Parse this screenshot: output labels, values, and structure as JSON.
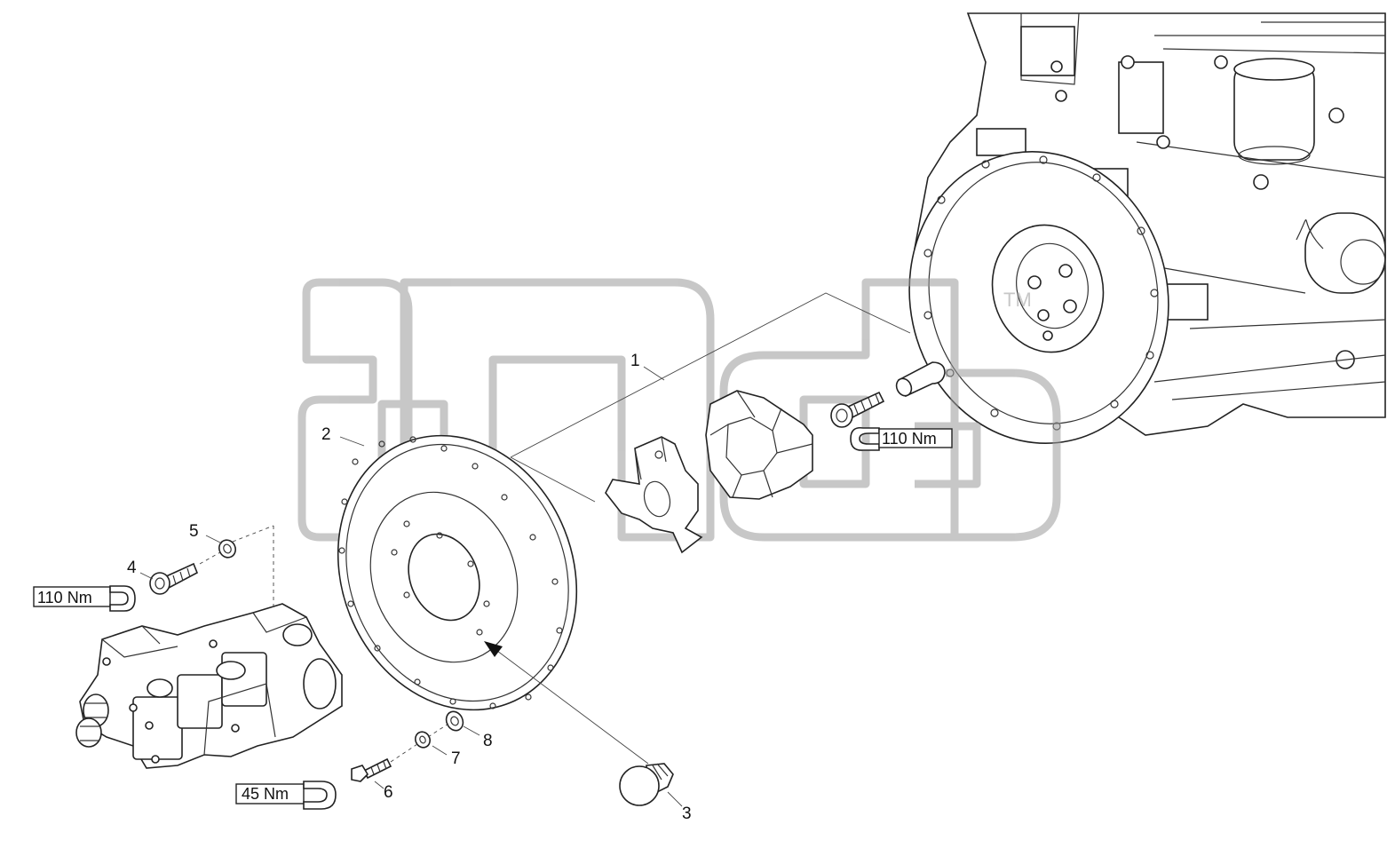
{
  "callouts": {
    "c1": "1",
    "c2": "2",
    "c3": "3",
    "c4": "4",
    "c5": "5",
    "c6": "6",
    "c7": "7",
    "c8": "8"
  },
  "torques": {
    "coupling_bolt": "110 Nm",
    "pump_bolt": "110 Nm",
    "plate_bolt": "45 Nm"
  },
  "watermark": {
    "trademark": "TM"
  },
  "icons": [
    "wrench-icon",
    "wrench-icon",
    "wrench-icon",
    "arrow-icon"
  ]
}
